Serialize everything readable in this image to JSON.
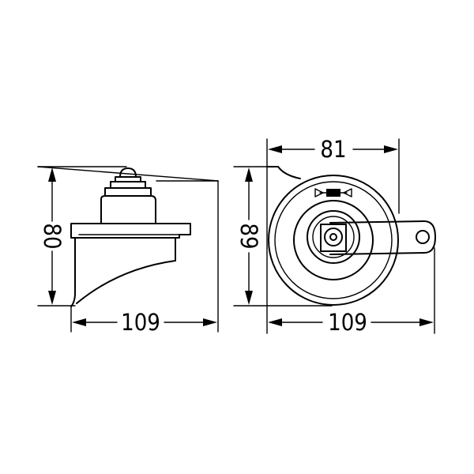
{
  "side_view": {
    "height_label": "80",
    "width_label": "109"
  },
  "front_view": {
    "diameter_label": "81",
    "height_label": "89",
    "width_label": "109"
  }
}
